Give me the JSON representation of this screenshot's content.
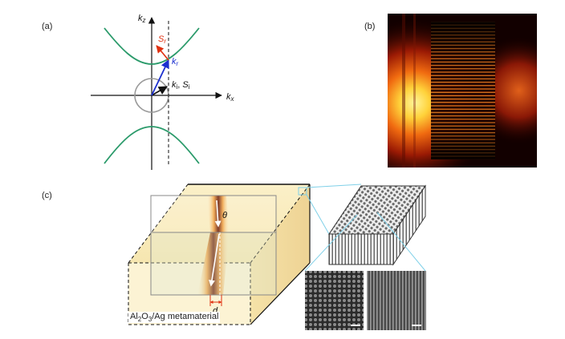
{
  "panels": {
    "a": "(a)",
    "b": "(b)",
    "c": "(c)"
  },
  "dispersion": {
    "axis_x": "k",
    "axis_x_sub": "x",
    "axis_z": "k",
    "axis_z_sub": "z",
    "sr": "S",
    "sr_sub": "r",
    "kr": "k",
    "kr_sub": "r",
    "ki": "k",
    "ki_sub": "i",
    "si": "S",
    "si_sub": "i",
    "sep": ", "
  },
  "schematic": {
    "theta": "θ",
    "d": "d",
    "material_part1": "Al",
    "material_sub1": "2",
    "material_part2": "O",
    "material_sub2": "3",
    "material_part3": "/Ag metamaterial"
  },
  "colors": {
    "hyperbola": "#2a9a6a",
    "sr_arrow": "#e03010",
    "kr_arrow": "#1b2fcf",
    "circle": "#9a9a9a",
    "box_fill": "#f8ecc0",
    "zoom_lines": "#7fd0e8"
  }
}
